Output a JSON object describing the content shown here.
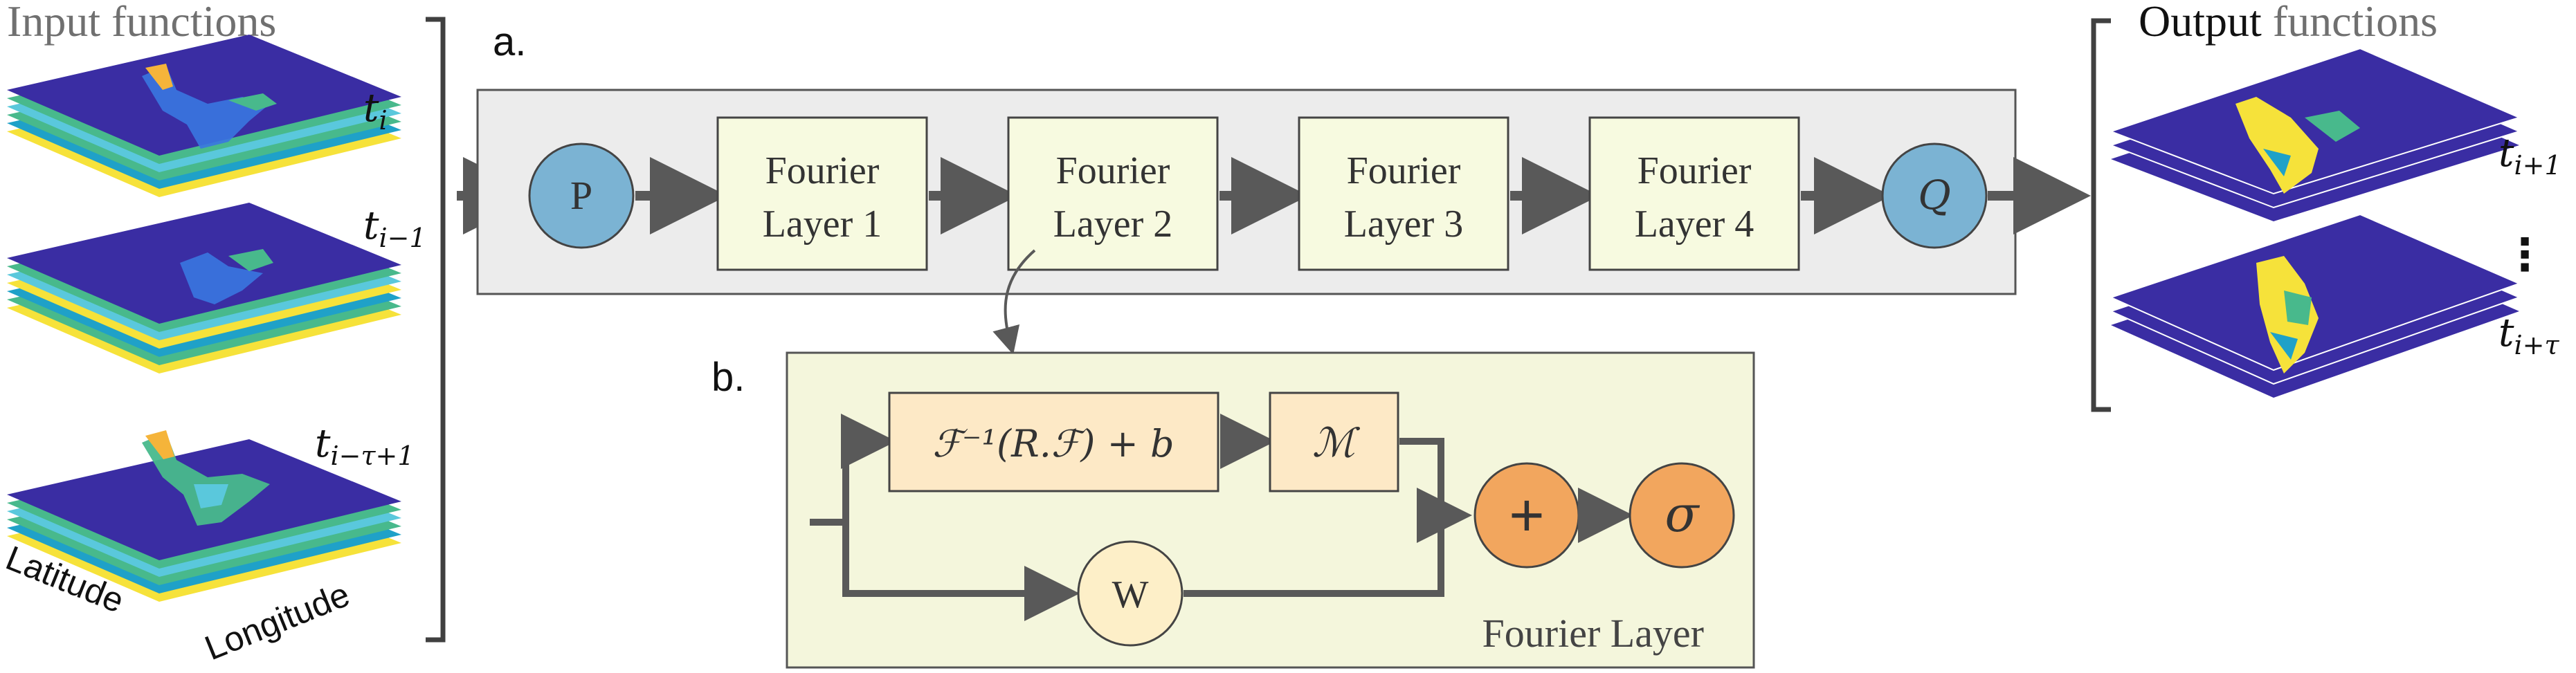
{
  "input": {
    "title": "Input functions",
    "labels": {
      "t_i": "t",
      "t_i_sub": "i",
      "t_im1": "t",
      "t_im1_sub": "i−1",
      "t_itau": "t",
      "t_itau_sub": "i−τ+1"
    },
    "axis_latitude": "Latitude",
    "axis_longitude": "Longitude"
  },
  "output": {
    "title_dark": "Output",
    "title_gray": " functions",
    "labels": {
      "t_ip1": "t",
      "t_ip1_sub": "i+1",
      "t_iptau": "t",
      "t_iptau_sub": "i+τ"
    },
    "ellipsis": "⋮"
  },
  "panel_a": {
    "label": "a.",
    "p": "P",
    "q": "Q",
    "layers": [
      {
        "line1": "Fourier",
        "line2": "Layer 1"
      },
      {
        "line1": "Fourier",
        "line2": "Layer 2"
      },
      {
        "line1": "Fourier",
        "line2": "Layer 3"
      },
      {
        "line1": "Fourier",
        "line2": "Layer 4"
      }
    ]
  },
  "panel_b": {
    "label": "b.",
    "spectral_op": "ℱ⁻¹(R.ℱ) + b",
    "m_op": "ℳ",
    "w": "W",
    "plus": "+",
    "sigma": "σ",
    "caption": "Fourier Layer"
  },
  "colors": {
    "panel_a_bg": "#ececec",
    "panel_b_bg": "#f4f6dc",
    "layer_box": "#f7fae0",
    "spectral_box": "#fde9c6",
    "node_blue": "#7bb3d3",
    "node_orange": "#f2a65e",
    "node_w": "#fdefc8",
    "arrow": "#595959",
    "map_blue": "#3a2da3",
    "map_yellow": "#f6e23a",
    "map_green": "#48b98c",
    "map_teal": "#1fa1c8",
    "map_cyan": "#5ac8dc",
    "map_orange": "#f5b43a"
  }
}
